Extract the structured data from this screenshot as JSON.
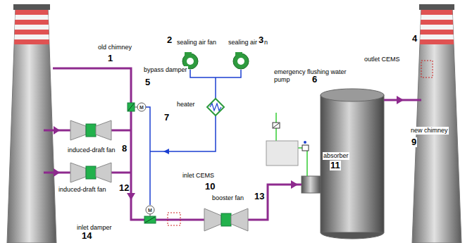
{
  "diagram": {
    "labels": [
      "old chimney",
      "2",
      "sealing air fan",
      "sealing air fan",
      "3",
      "4",
      "1",
      "outlet CEMS",
      "bypass damper",
      "emergency flushing water pump",
      "5",
      "6",
      "heater",
      "M",
      "7",
      "new chimney",
      "9",
      "induced-draft fan",
      "8",
      "absorber",
      "11",
      "inlet CEMS",
      "10",
      "induced-draft fan",
      "12",
      "booster fan",
      "13",
      "M",
      "inlet damper",
      "14"
    ]
  }
}
